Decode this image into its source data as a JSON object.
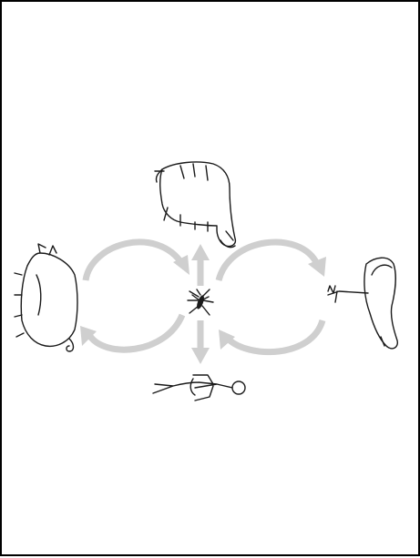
{
  "diagram": {
    "type": "transmission-cycle",
    "center": "mosquito-vector",
    "hosts": [
      "pig",
      "horse",
      "wading-bird",
      "human"
    ],
    "colors": {
      "arrows": "#cfcfcf",
      "ink": "#1a1a1a",
      "border": "#000000",
      "background": "#ffffff"
    }
  }
}
